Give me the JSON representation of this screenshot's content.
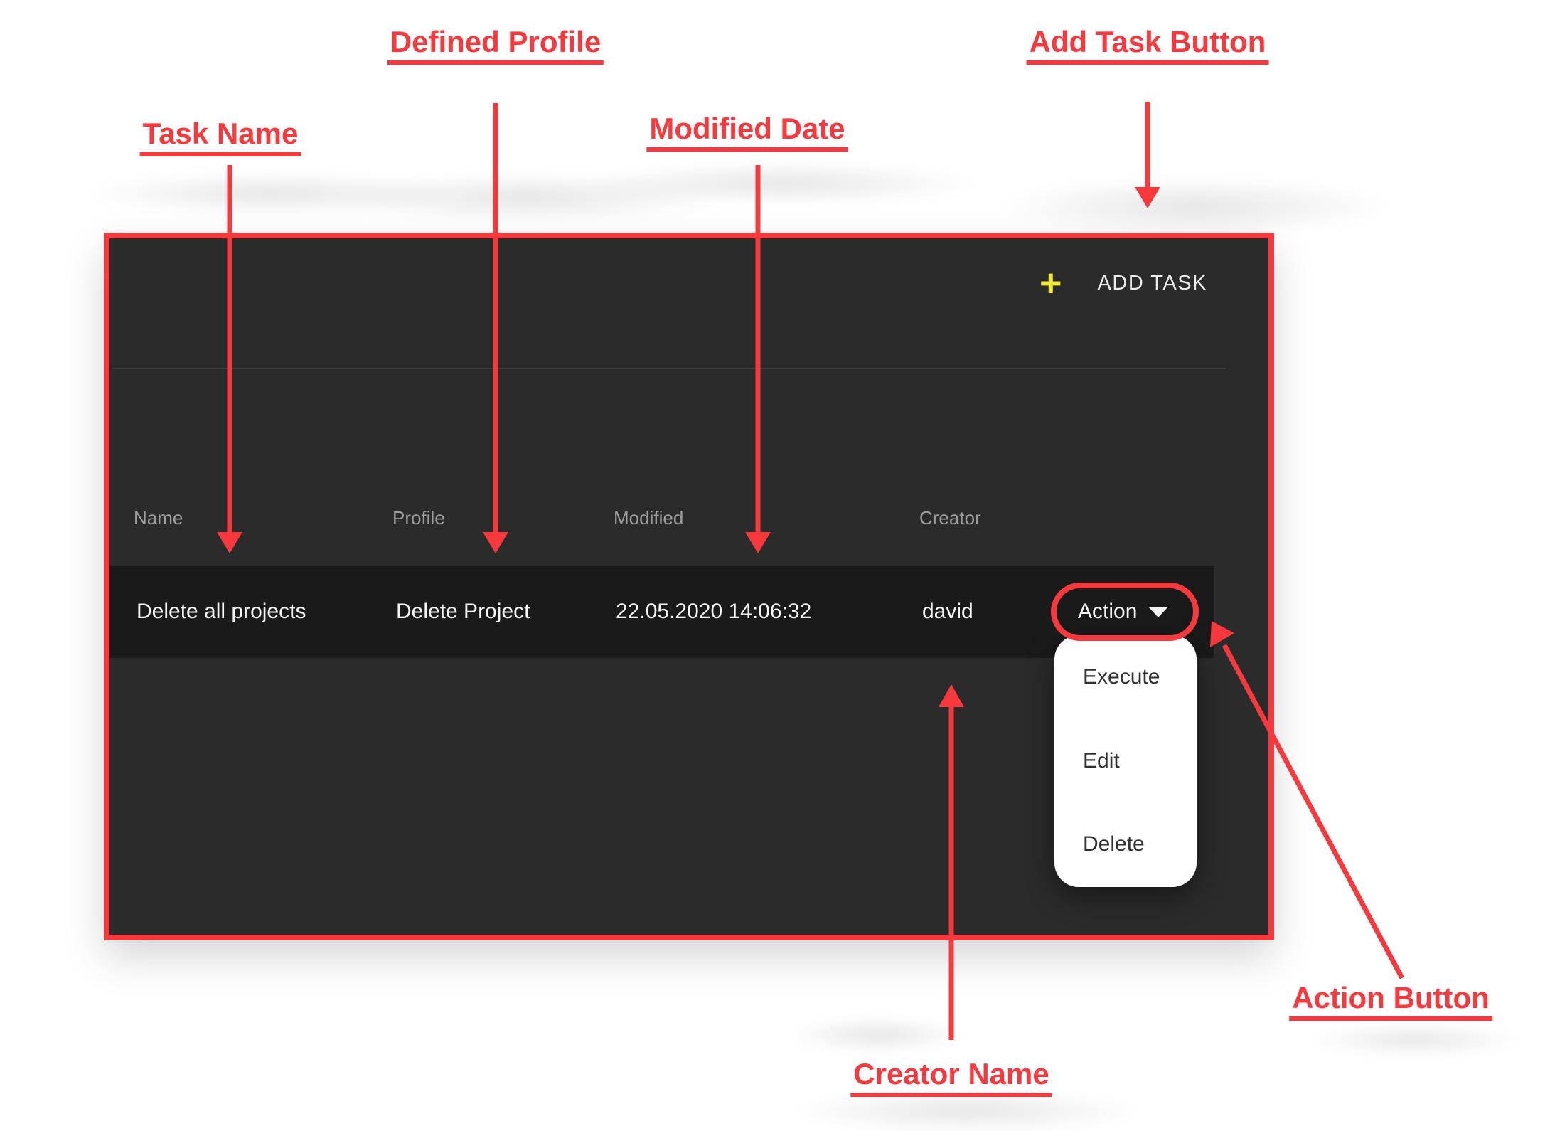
{
  "colors": {
    "accent_red": "#f7383d",
    "plus_yellow": "#efe93c",
    "panel_bg": "#2b2b2b",
    "row_bg": "#1a1a1a",
    "header_text": "#9e9e9e",
    "cell_text": "#f5f5f5",
    "menu_bg": "#ffffff",
    "menu_text": "#303030",
    "divider": "#3d3d3d"
  },
  "annotations": {
    "defined_profile": "Defined Profile",
    "add_task_button": "Add Task Button",
    "task_name": "Task Name",
    "modified_date": "Modified Date",
    "action_button": "Action Button",
    "creator_name": "Creator Name"
  },
  "panel": {
    "add_task": {
      "label": "ADD TASK",
      "plus": "+"
    },
    "table": {
      "columns": [
        "Name",
        "Profile",
        "Modified",
        "Creator"
      ],
      "row": {
        "name": "Delete all projects",
        "profile": "Delete Project",
        "modified": "22.05.2020 14:06:32",
        "creator": "david",
        "action_label": "Action"
      }
    },
    "action_menu": {
      "items": [
        "Execute",
        "Edit",
        "Delete"
      ]
    }
  }
}
